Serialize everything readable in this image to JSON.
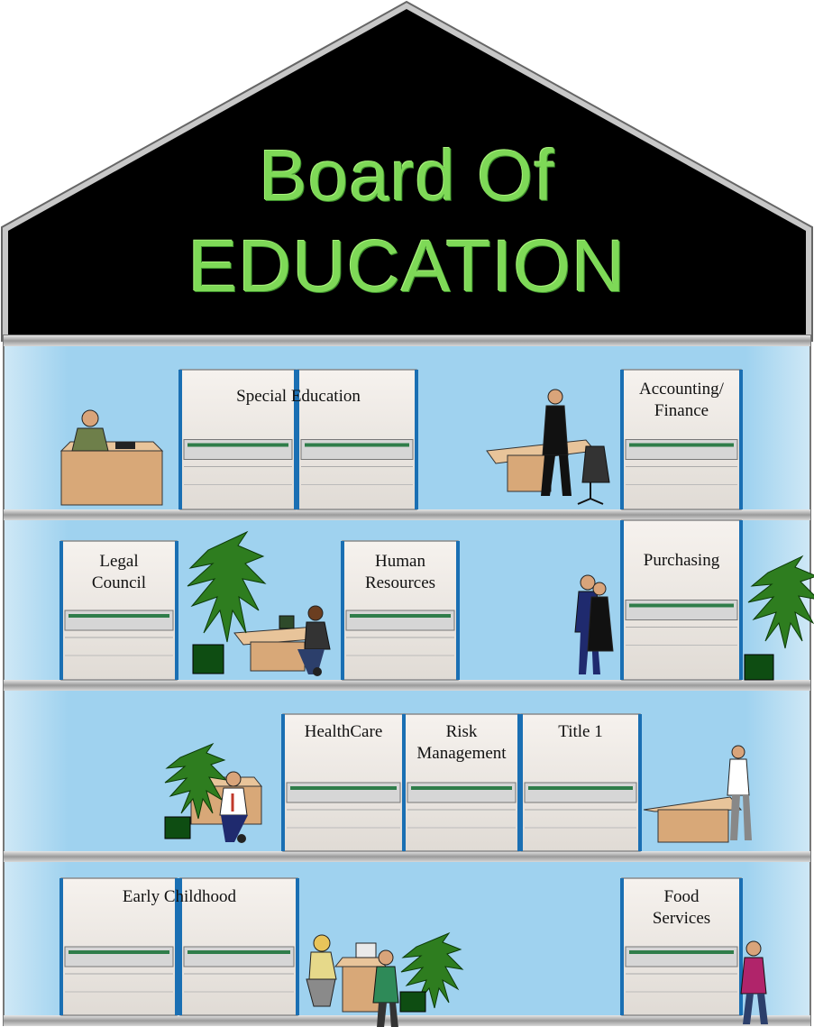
{
  "title": {
    "line1": "Board Of",
    "line2": "EDUCATION"
  },
  "departments": {
    "special_education": "Special Education",
    "accounting_line1": "Accounting/",
    "accounting_line2": "Finance",
    "legal_line1": "Legal",
    "legal_line2": "Council",
    "hr_line1": "Human",
    "hr_line2": "Resources",
    "purchasing": "Purchasing",
    "healthcare": "HealthCare",
    "risk_line1": "Risk",
    "risk_line2": "Management",
    "title1": "Title 1",
    "early_childhood": "Early Childhood",
    "food_line1": "Food",
    "food_line2": "Services"
  },
  "colors": {
    "roof": "#000000",
    "title_green": "#7ed957",
    "wall": "#a8d6ee",
    "floor": "#c9c9c9",
    "cabinet": "#ece7e1"
  }
}
